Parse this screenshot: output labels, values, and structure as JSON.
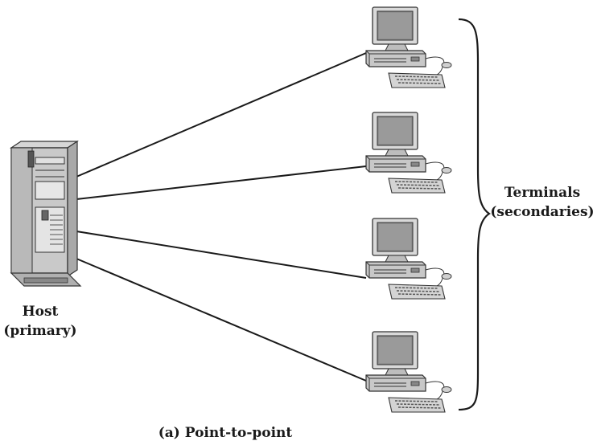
{
  "host": {
    "line1": "Host",
    "line2": "(primary)"
  },
  "terminals": {
    "line1": "Terminals",
    "line2": "(secondaries)",
    "count": 4
  },
  "caption": "(a) Point-to-point"
}
